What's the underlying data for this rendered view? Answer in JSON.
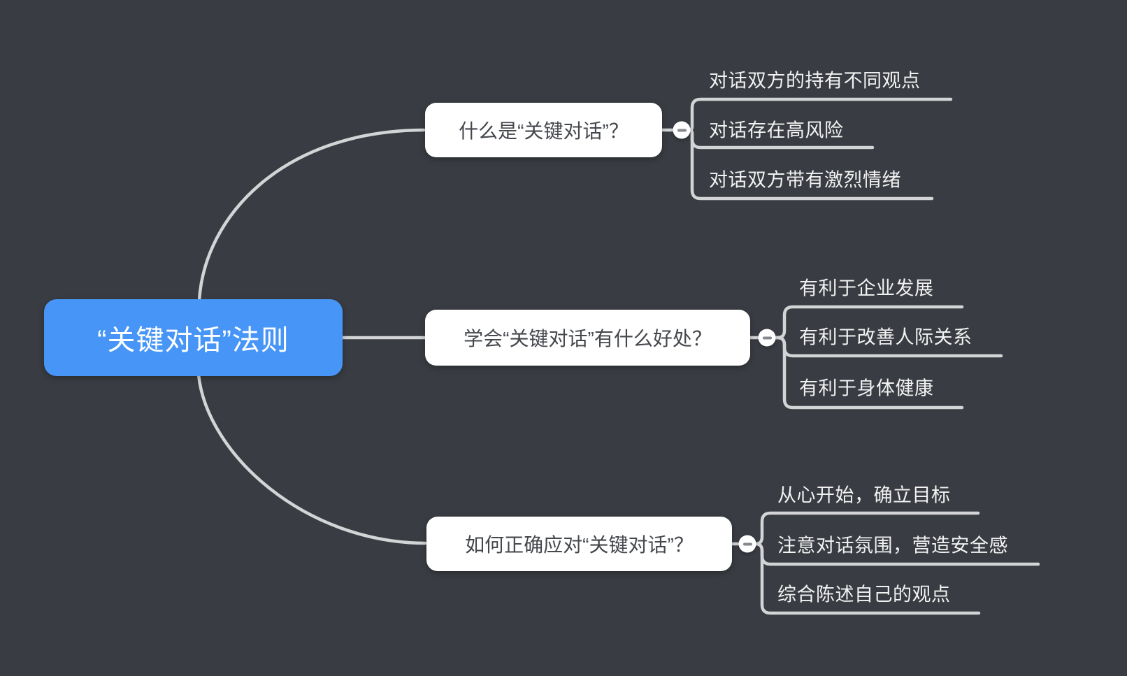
{
  "colors": {
    "background": "#393c42",
    "root_fill": "#4695f7",
    "root_text": "#ffffff",
    "node_fill": "#ffffff",
    "node_text": "#44474c",
    "child_text": "#f2f2f2",
    "line": "#d3d4d6",
    "minus": "#85888d"
  },
  "root": {
    "label": "“关键对话”法则"
  },
  "branches": [
    {
      "label": "什么是“关键对话”？",
      "collapse_icon": "minus",
      "children": [
        "对话双方的持有不同观点",
        "对话存在高风险",
        "对话双方带有激烈情绪"
      ]
    },
    {
      "label": "学会“关键对话”有什么好处？",
      "collapse_icon": "minus",
      "children": [
        "有利于企业发展",
        "有利于改善人际关系",
        "有利于身体健康"
      ]
    },
    {
      "label": "如何正确应对“关键对话”？",
      "collapse_icon": "minus",
      "children": [
        "从心开始，确立目标",
        "注意对话氛围，营造安全感",
        "综合陈述自己的观点"
      ]
    }
  ]
}
